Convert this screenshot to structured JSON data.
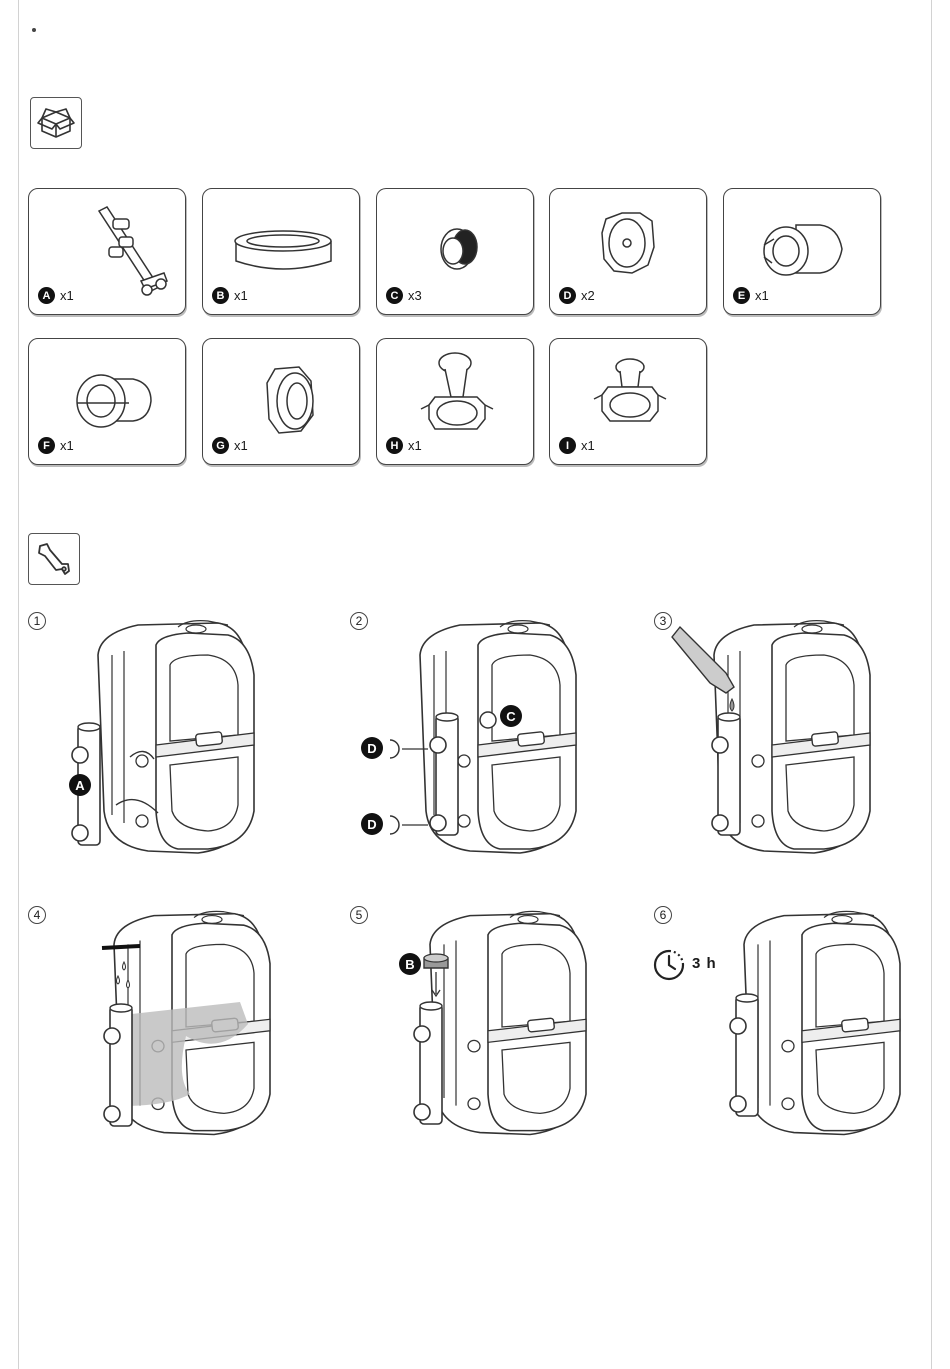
{
  "parts": [
    {
      "letter": "A",
      "qty": "x1",
      "icon": "bypass-pipe"
    },
    {
      "letter": "B",
      "qty": "x1",
      "icon": "seal-ring"
    },
    {
      "letter": "C",
      "qty": "x3",
      "icon": "cap"
    },
    {
      "letter": "D",
      "qty": "x2",
      "icon": "plug"
    },
    {
      "letter": "E",
      "qty": "x1",
      "icon": "coupling"
    },
    {
      "letter": "F",
      "qty": "x1",
      "icon": "coupling"
    },
    {
      "letter": "G",
      "qty": "x1",
      "icon": "nut"
    },
    {
      "letter": "H",
      "qty": "x1",
      "icon": "hose-adapter"
    },
    {
      "letter": "I",
      "qty": "x1",
      "icon": "hose-adapter"
    }
  ],
  "steps": [
    {
      "num": "1",
      "tags": [
        "A"
      ]
    },
    {
      "num": "2",
      "tags": [
        "C",
        "D",
        "D"
      ]
    },
    {
      "num": "3",
      "tags": []
    },
    {
      "num": "4",
      "tags": []
    },
    {
      "num": "5",
      "tags": [
        "B"
      ]
    },
    {
      "num": "6",
      "tags": [],
      "time": "3 h"
    }
  ],
  "icons": {
    "box": "box-icon",
    "tools": "wrench-icon",
    "timer": "clock-icon"
  }
}
